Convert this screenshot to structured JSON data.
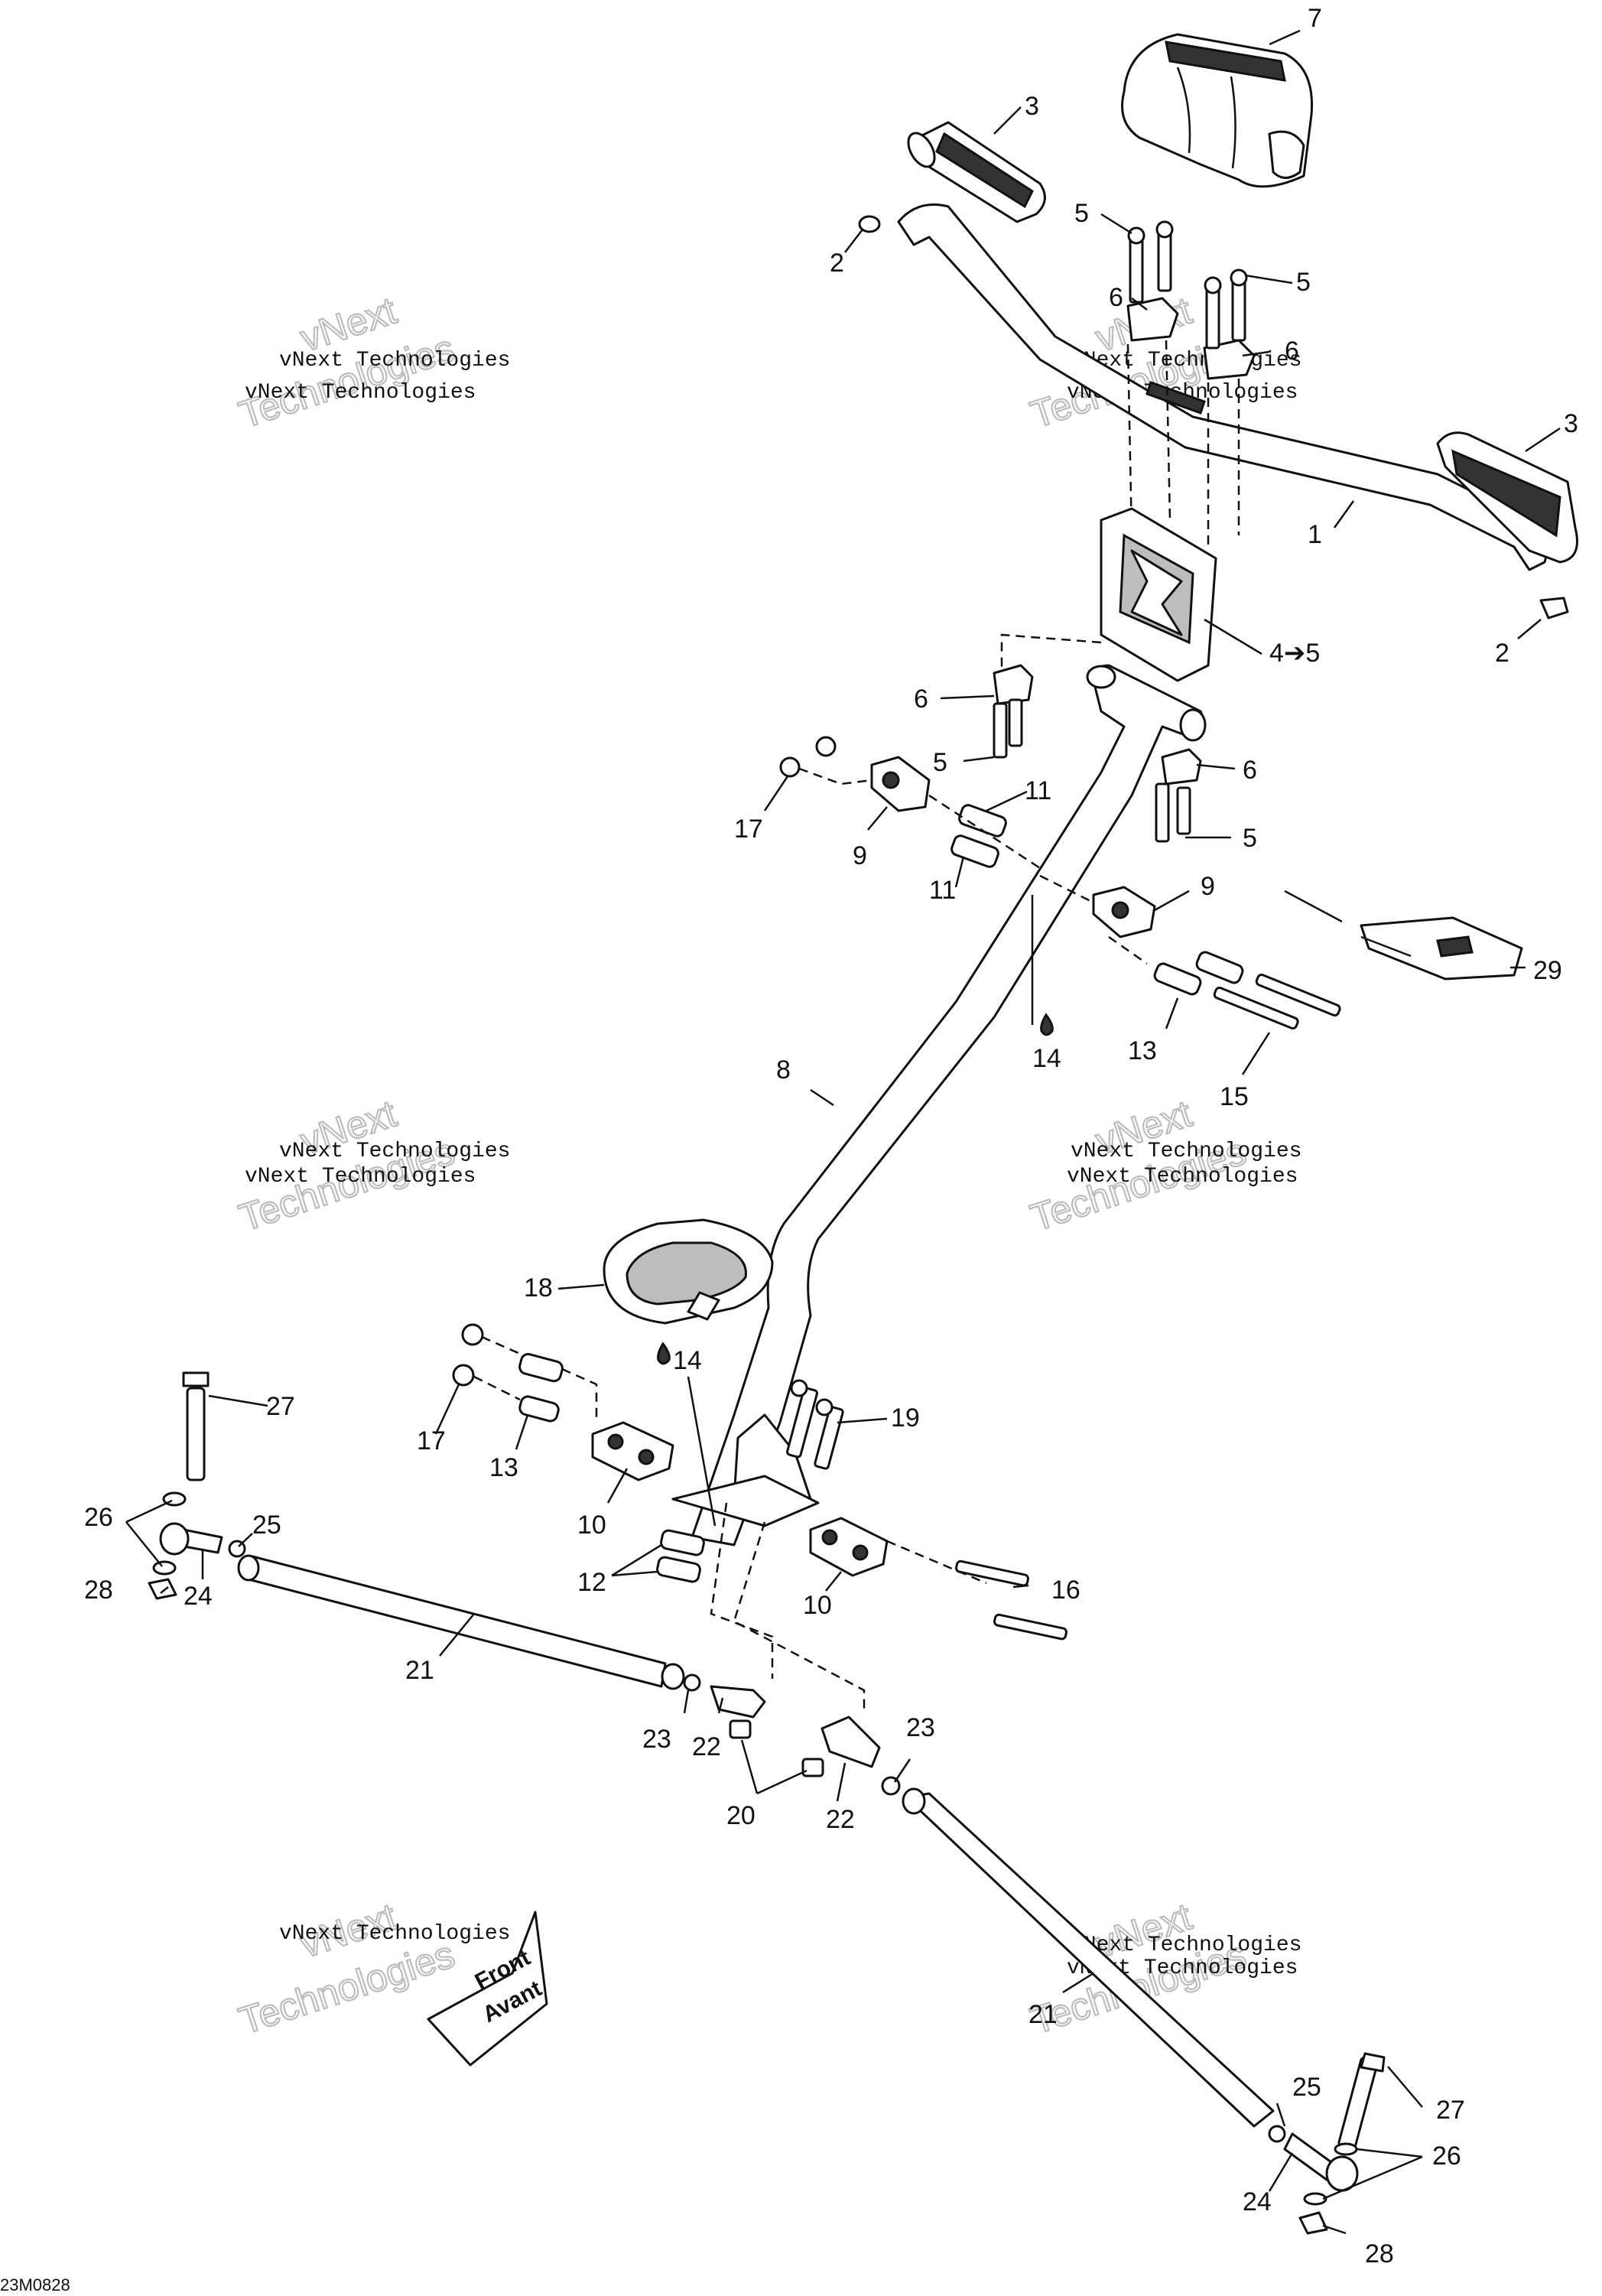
{
  "drawing_id": "23M0828",
  "watermark": {
    "line1": "vNext Technologies",
    "line2": "vNext",
    "line3": "Technologies"
  },
  "front_arrow": {
    "line1": "Front",
    "line2": "Avant"
  },
  "callouts": {
    "c1": "1",
    "c2a": "2",
    "c2b": "2",
    "c3a": "3",
    "c3b": "3",
    "c4": "4➔5",
    "c5a": "5",
    "c5b": "5",
    "c5c": "5",
    "c5d": "5",
    "c6a": "6",
    "c6b": "6",
    "c6c": "6",
    "c6d": "6",
    "c7": "7",
    "c8": "8",
    "c9a": "9",
    "c9b": "9",
    "c10a": "10",
    "c10b": "10",
    "c11a": "11",
    "c11b": "11",
    "c12": "12",
    "c13a": "13",
    "c13b": "13",
    "c14a": "14",
    "c14b": "14",
    "c15": "15",
    "c16": "16",
    "c17a": "17",
    "c17b": "17",
    "c18": "18",
    "c19": "19",
    "c20": "20",
    "c21a": "21",
    "c21b": "21",
    "c22a": "22",
    "c22b": "22",
    "c23a": "23",
    "c23b": "23",
    "c24a": "24",
    "c24b": "24",
    "c25a": "25",
    "c25b": "25",
    "c26a": "26",
    "c26b": "26",
    "c27a": "27",
    "c27b": "27",
    "c28a": "28",
    "c28b": "28",
    "c29": "29"
  }
}
